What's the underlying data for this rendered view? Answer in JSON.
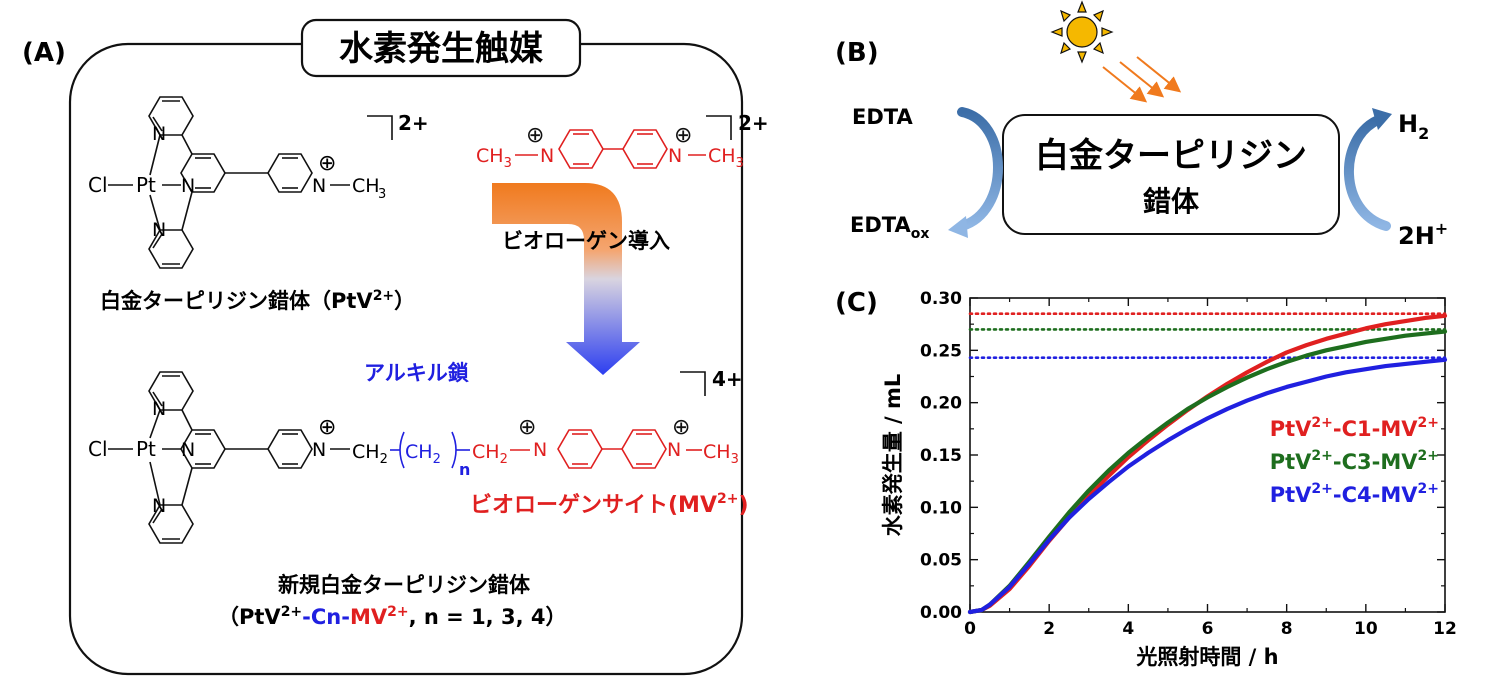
{
  "panelA": {
    "label": "(A)",
    "title": "水素発生触媒",
    "pt": "Pt",
    "cl": "Cl",
    "n": "N",
    "ch3": "CH",
    "three": "3",
    "ch2": "CH",
    "two": "2",
    "nsub": "n",
    "plus": "⊕",
    "charge_top": "2+",
    "charge_mv": "2+",
    "charge_bottom": "4+",
    "complex_name_pre": "白金ターピリジン錯体（PtV",
    "complex_name_sup": "2+",
    "complex_name_post": "）",
    "arrow_label": "ビオローゲン導入",
    "alkyl_label": "アルキル鎖",
    "viologen_site_pre": "ビオローゲンサイト(MV",
    "viologen_site_sup": "2+",
    "viologen_site_post": ")",
    "new_complex": "新規白金ターピリジン錯体",
    "formula_open": "（PtV",
    "formula_sup1": "2+",
    "formula_cn": "-Cn-",
    "formula_mv": "MV",
    "formula_sup2": "2+",
    "formula_tail": ", n = 1, 3, 4）"
  },
  "panelB": {
    "label": "(B)",
    "box_line1": "白金ターピリジン",
    "box_line2": "錯体",
    "edta": "EDTA",
    "edta_ox": "EDTA",
    "edta_ox_sub": "ox",
    "h2": "H",
    "h2_sub": "2",
    "hplus": "2H",
    "hplus_sup": "+",
    "sun_icon": "sun-icon"
  },
  "panelC": {
    "label": "(C)"
  },
  "chart_data": {
    "type": "line",
    "xlabel": "光照射時間 / h",
    "ylabel": "水素発生量 / mL",
    "xlim": [
      0,
      12
    ],
    "ylim": [
      0,
      0.3
    ],
    "xticks": [
      "0",
      "2",
      "4",
      "6",
      "8",
      "10",
      "12"
    ],
    "yticks": [
      "0.00",
      "0.05",
      "0.10",
      "0.15",
      "0.20",
      "0.25",
      "0.30"
    ],
    "legend_position": "right",
    "series": [
      {
        "name_pre": "PtV",
        "name_sup": "2+",
        "name_mid": "-C1-MV",
        "name_sup2": "2+",
        "color": "#e02020",
        "asymptote": 0.285,
        "x": [
          0,
          0.3,
          0.5,
          1,
          1.5,
          2,
          2.5,
          3,
          3.5,
          4,
          4.5,
          5,
          5.5,
          6,
          6.5,
          7,
          7.5,
          8,
          8.5,
          9,
          9.5,
          10,
          10.5,
          11,
          11.5,
          12
        ],
        "y": [
          0,
          0.002,
          0.006,
          0.022,
          0.044,
          0.068,
          0.09,
          0.111,
          0.13,
          0.148,
          0.164,
          0.179,
          0.193,
          0.206,
          0.218,
          0.229,
          0.239,
          0.248,
          0.255,
          0.261,
          0.266,
          0.271,
          0.275,
          0.278,
          0.281,
          0.283
        ]
      },
      {
        "name_pre": "PtV",
        "name_sup": "2+",
        "name_mid": "-C3-MV",
        "name_sup2": "2+",
        "color": "#1e6e1e",
        "asymptote": 0.27,
        "x": [
          0,
          0.3,
          0.5,
          1,
          1.5,
          2,
          2.5,
          3,
          3.5,
          4,
          4.5,
          5,
          5.5,
          6,
          6.5,
          7,
          7.5,
          8,
          8.5,
          9,
          9.5,
          10,
          10.5,
          11,
          11.5,
          12
        ],
        "y": [
          0,
          0.002,
          0.007,
          0.025,
          0.048,
          0.072,
          0.095,
          0.116,
          0.135,
          0.152,
          0.167,
          0.181,
          0.194,
          0.205,
          0.215,
          0.224,
          0.232,
          0.239,
          0.245,
          0.25,
          0.254,
          0.258,
          0.261,
          0.264,
          0.266,
          0.268
        ]
      },
      {
        "name_pre": "PtV",
        "name_sup": "2+",
        "name_mid": "-C4-MV",
        "name_sup2": "2+",
        "color": "#2020e0",
        "asymptote": 0.243,
        "x": [
          0,
          0.3,
          0.5,
          1,
          1.5,
          2,
          2.5,
          3,
          3.5,
          4,
          4.5,
          5,
          5.5,
          6,
          6.5,
          7,
          7.5,
          8,
          8.5,
          9,
          9.5,
          10,
          10.5,
          11,
          11.5,
          12
        ],
        "y": [
          0,
          0.002,
          0.007,
          0.024,
          0.046,
          0.069,
          0.09,
          0.108,
          0.124,
          0.139,
          0.152,
          0.164,
          0.175,
          0.185,
          0.194,
          0.202,
          0.209,
          0.215,
          0.22,
          0.225,
          0.229,
          0.232,
          0.235,
          0.237,
          0.239,
          0.241
        ]
      }
    ]
  }
}
